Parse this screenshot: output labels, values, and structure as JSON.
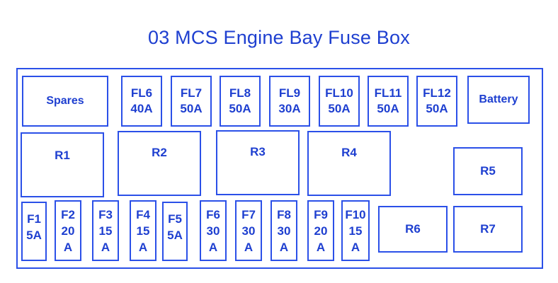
{
  "title": "03 MCS Engine Bay Fuse Box",
  "top_row": {
    "spares": "Spares",
    "fl6": [
      "FL6",
      "40A"
    ],
    "fl7": [
      "FL7",
      "50A"
    ],
    "fl8": [
      "FL8",
      "50A"
    ],
    "fl9": [
      "FL9",
      "30A"
    ],
    "fl10": [
      "FL10",
      "50A"
    ],
    "fl11": [
      "FL11",
      "50A"
    ],
    "fl12": [
      "FL12",
      "50A"
    ],
    "battery": "Battery"
  },
  "relays": {
    "r1": "R1",
    "r2": "R2",
    "r3": "R3",
    "r4": "R4",
    "r5": "R5",
    "r6": "R6",
    "r7": "R7"
  },
  "fuses": {
    "f1": [
      "F1",
      "5A"
    ],
    "f2": [
      "F2",
      "20",
      "A"
    ],
    "f3": [
      "F3",
      "15",
      "A"
    ],
    "f4": [
      "F4",
      "15",
      "A"
    ],
    "f5": [
      "F5",
      "5A"
    ],
    "f6": [
      "F6",
      "30",
      "A"
    ],
    "f7": [
      "F7",
      "30",
      "A"
    ],
    "f8": [
      "F8",
      "30",
      "A"
    ],
    "f9": [
      "F9",
      "20",
      "A"
    ],
    "f10": [
      "F10",
      "15",
      "A"
    ]
  },
  "colors": {
    "line": "#2b50e8",
    "text": "#1e3fd0",
    "background": "#ffffff"
  }
}
